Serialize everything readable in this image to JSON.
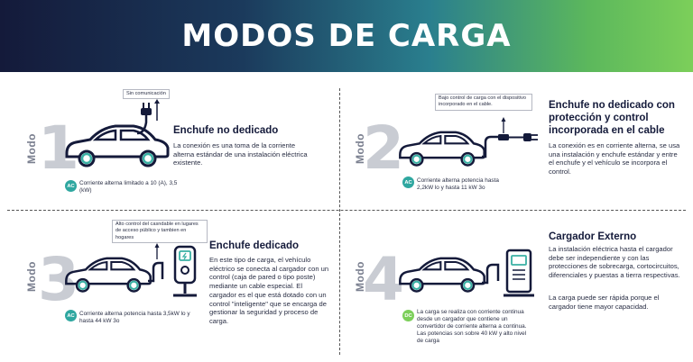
{
  "header": {
    "title": "MODOS DE CARGA"
  },
  "modo_label": "Modo",
  "modes": [
    {
      "number": "1",
      "title": "Enchufe no dedicado",
      "description": "La conexión es una toma de la corriente alterna estándar de una instalación eléctrica existente.",
      "note": "Sin comunicación",
      "badge": "AC",
      "badge_text": "Corriente alterna limitado a 10 (A), 3,5 (kW)"
    },
    {
      "number": "2",
      "title": "Enchufe no dedicado con protección y control incorporada en el cable",
      "description": "La conexión es en corriente alterna, se usa una instalación y enchufe estándar y entre el enchufe y el vehículo se incorpora el control.",
      "note": "Bajo control de carga con el dispositivo incorporado en el cable.",
      "badge": "AC",
      "badge_text": "Corriente alterna potencia hasta 2,2kW lo y hasta 11 kW 3o"
    },
    {
      "number": "3",
      "title": "Enchufe dedicado",
      "description": "En este tipo de carga, el vehículo eléctrico se conecta al cargador con un control (caja de pared o tipo poste) mediante un cable especial. El cargador es el que está dotado con un control \"inteligente\" que se encarga de gestionar la seguridad y proceso de carga.",
      "note": "Alto control del casndable en lugares de acceso público y tambien en hogares",
      "badge": "AC",
      "badge_text": "Corriente alterna potencia hasta 3,5kW lo y hasta 44 kW 3o"
    },
    {
      "number": "4",
      "title": "Cargador Externo",
      "description": "La instalación eléctrica hasta el cargador debe ser independiente y con las protecciones de sobrecarga, cortocircuitos, diferenciales y puestas a tierra respectivas.",
      "description2": "La carga puede ser rápida porque el cargador tiene mayor capacidad.",
      "badge": "DC",
      "badge_text": "La carga se realiza con corriente continua desde un cargador que contiene un convertidor de corriente alterna a continua. Las potencias son sobre 40 kW y alto nivel de carga"
    }
  ],
  "colors": {
    "accent_teal": "#2fa7a0",
    "accent_green": "#7ccf5a",
    "navy": "#141a3a",
    "wheel_ring": "#3ab0a4"
  }
}
